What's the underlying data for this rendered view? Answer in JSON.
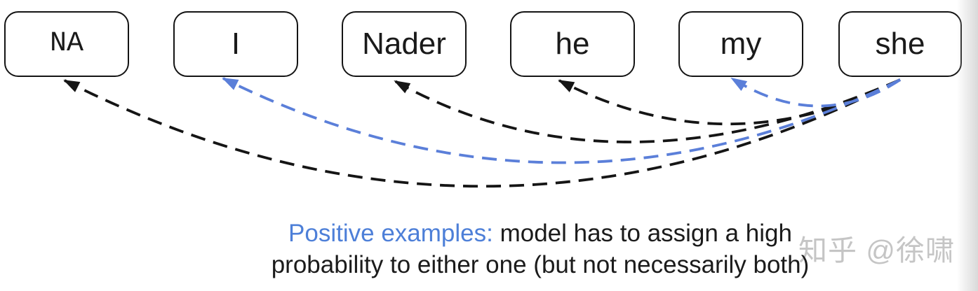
{
  "figure": {
    "tokens": [
      {
        "label": "NA"
      },
      {
        "label": "I"
      },
      {
        "label": "Nader"
      },
      {
        "label": "he"
      },
      {
        "label": "my"
      },
      {
        "label": "she"
      }
    ],
    "arrows": [
      {
        "from": "she",
        "to": "NA",
        "color": "black"
      },
      {
        "from": "she",
        "to": "I",
        "color": "blue"
      },
      {
        "from": "she",
        "to": "Nader",
        "color": "black"
      },
      {
        "from": "she",
        "to": "he",
        "color": "black"
      },
      {
        "from": "she",
        "to": "my",
        "color": "blue"
      }
    ]
  },
  "caption": {
    "highlight": "Positive examples:",
    "line1_rest": " model has to assign a high",
    "line2": "probability to either one (but not necessarily both)"
  },
  "watermark": {
    "text": "知乎 @徐啸"
  },
  "colors": {
    "arrow_black": "#151515",
    "arrow_blue": "#5b7fd9",
    "caption_highlight": "#4d7fd8",
    "text": "#1b1b1b",
    "box_border": "#141414",
    "watermark": "#c5c5c5"
  }
}
